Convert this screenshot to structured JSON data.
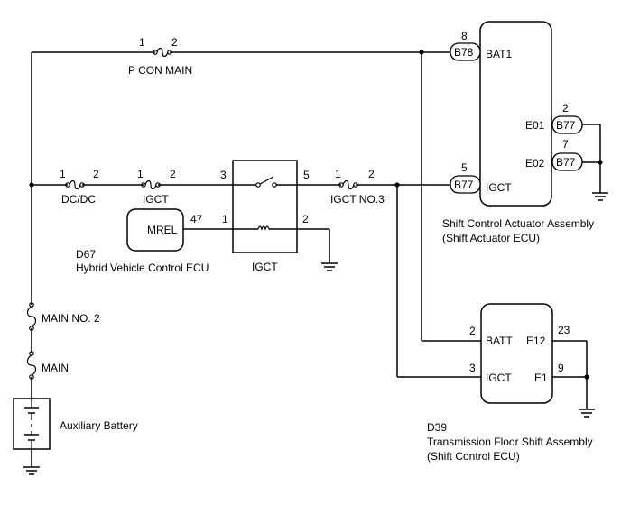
{
  "fuses": {
    "p_con_main": {
      "label": "P CON MAIN",
      "pin1": "1",
      "pin2": "2"
    },
    "dcdc": {
      "label": "DC/DC",
      "pin1": "1",
      "pin2": "2"
    },
    "igct": {
      "label": "IGCT",
      "pin1": "1",
      "pin2": "2"
    },
    "igct_no3": {
      "label": "IGCT NO.3",
      "pin1": "1",
      "pin2": "2"
    },
    "main_no2": {
      "label": "MAIN NO. 2"
    },
    "main": {
      "label": "MAIN"
    }
  },
  "relay": {
    "label": "IGCT",
    "pin3": "3",
    "pin5": "5",
    "pin1": "1",
    "pin2": "2"
  },
  "hv_ecu": {
    "code": "D67",
    "name": "Hybrid Vehicle Control ECU",
    "terminal": "MREL",
    "pin": "47"
  },
  "battery": {
    "label": "Auxiliary Battery"
  },
  "shift_actuator": {
    "name_line1": "Shift Control Actuator Assembly",
    "name_line2": "(Shift Actuator ECU)",
    "bat1": {
      "connector": "B78",
      "pin": "8",
      "terminal": "BAT1"
    },
    "igct": {
      "connector": "B77",
      "pin": "5",
      "terminal": "IGCT"
    },
    "e01": {
      "connector": "B77",
      "pin": "2",
      "terminal": "E01"
    },
    "e02": {
      "connector": "B77",
      "pin": "7",
      "terminal": "E02"
    }
  },
  "floor_shift": {
    "code": "D39",
    "name_line1": "Transmission Floor Shift Assembly",
    "name_line2": "(Shift Control ECU)",
    "batt": {
      "pin": "2",
      "terminal": "BATT"
    },
    "igct": {
      "pin": "3",
      "terminal": "IGCT"
    },
    "e12": {
      "pin": "23",
      "terminal": "E12"
    },
    "e1": {
      "pin": "9",
      "terminal": "E1"
    }
  }
}
